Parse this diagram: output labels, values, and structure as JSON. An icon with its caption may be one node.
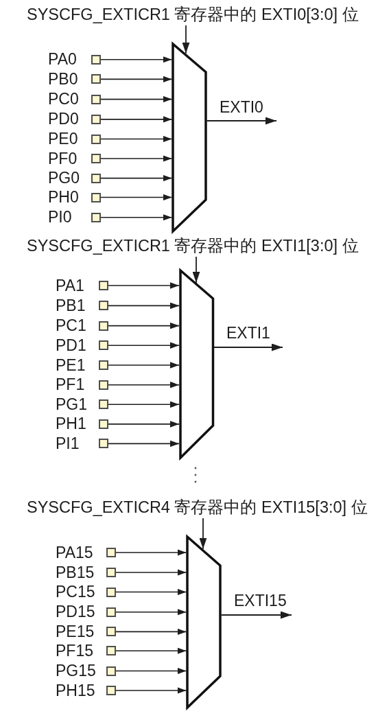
{
  "diagram": {
    "nodes": [
      {
        "text": [
          "SYSCFG_EXTICR1 寄存器中的 EXTI0[3:0] 位"
        ]
      },
      {
        "text": [],
        "shape": "trapezoid"
      },
      {
        "text": [],
        "shape": "box",
        "beside": [
          "PA0"
        ]
      },
      {
        "text": [],
        "shape": "box",
        "beside": [
          "PB0"
        ]
      },
      {
        "text": [],
        "shape": "box",
        "beside": [
          "PC0"
        ]
      },
      {
        "text": [],
        "shape": "box",
        "beside": [
          "PD0"
        ]
      },
      {
        "text": [],
        "shape": "box",
        "beside": [
          "PE0"
        ]
      },
      {
        "text": [],
        "shape": "box",
        "beside": [
          "PF0"
        ]
      },
      {
        "text": [],
        "shape": "box",
        "beside": [
          "PG0"
        ]
      },
      {
        "text": [],
        "shape": "box",
        "beside": [
          "PH0"
        ]
      },
      {
        "text": [],
        "shape": "box",
        "beside": [
          "PI0"
        ]
      },
      {
        "text": [
          "SYSCFG_EXTICR1 寄存器中的 EXTI1[3:0] 位"
        ]
      },
      {
        "text": [],
        "shape": "trapezoid"
      },
      {
        "text": [],
        "shape": "box",
        "beside": [
          "PA1"
        ]
      },
      {
        "text": [],
        "shape": "box",
        "beside": [
          "PB1"
        ]
      },
      {
        "text": [],
        "shape": "box",
        "beside": [
          "PC1"
        ]
      },
      {
        "text": [],
        "shape": "box",
        "beside": [
          "PD1"
        ]
      },
      {
        "text": [],
        "shape": "box",
        "beside": [
          "PE1"
        ]
      },
      {
        "text": [],
        "shape": "box",
        "beside": [
          "PF1"
        ]
      },
      {
        "text": [],
        "shape": "box",
        "beside": [
          "PG1"
        ]
      },
      {
        "text": [],
        "shape": "box",
        "beside": [
          "PH1"
        ]
      },
      {
        "text": [],
        "shape": "box",
        "beside": [
          "PI1"
        ]
      },
      {
        "text": [
          "SYSCFG_EXTICR4 寄存器中的 EXTI15[3:0] 位"
        ]
      },
      {
        "text": [],
        "shape": "trapezoid"
      },
      {
        "text": [],
        "shape": "box",
        "beside": [
          "PA15"
        ]
      },
      {
        "text": [],
        "shape": "box",
        "beside": [
          "PB15"
        ]
      },
      {
        "text": [],
        "shape": "box",
        "beside": [
          "PC15"
        ]
      },
      {
        "text": [],
        "shape": "box",
        "beside": [
          "PD15"
        ]
      },
      {
        "text": [],
        "shape": "box",
        "beside": [
          "PE15"
        ]
      },
      {
        "text": [],
        "shape": "box",
        "beside": [
          "PF15"
        ]
      },
      {
        "text": [],
        "shape": "box",
        "beside": [
          "PG15"
        ]
      },
      {
        "text": [],
        "shape": "box",
        "beside": [
          "PH15"
        ]
      }
    ],
    "edges": [
      {
        "from": 0,
        "to": 1,
        "arrow": "to"
      },
      {
        "from": 2,
        "to": 1,
        "arrow": "to"
      },
      {
        "from": 3,
        "to": 1,
        "arrow": "to"
      },
      {
        "from": 4,
        "to": 1,
        "arrow": "to"
      },
      {
        "from": 5,
        "to": 1,
        "arrow": "to"
      },
      {
        "from": 6,
        "to": 1,
        "arrow": "to"
      },
      {
        "from": 7,
        "to": 1,
        "arrow": "to"
      },
      {
        "from": 8,
        "to": 1,
        "arrow": "to"
      },
      {
        "from": 9,
        "to": 1,
        "arrow": "to"
      },
      {
        "from": 10,
        "to": 1,
        "arrow": "to"
      },
      {
        "from": 1,
        "to": null,
        "arrow": "to",
        "label": "EXTI0"
      },
      {
        "from": 11,
        "to": 12,
        "arrow": "to"
      },
      {
        "from": 13,
        "to": 12,
        "arrow": "to"
      },
      {
        "from": 14,
        "to": 12,
        "arrow": "to"
      },
      {
        "from": 15,
        "to": 12,
        "arrow": "to"
      },
      {
        "from": 16,
        "to": 12,
        "arrow": "to"
      },
      {
        "from": 17,
        "to": 12,
        "arrow": "to"
      },
      {
        "from": 18,
        "to": 12,
        "arrow": "to"
      },
      {
        "from": 19,
        "to": 12,
        "arrow": "to"
      },
      {
        "from": 20,
        "to": 12,
        "arrow": "to"
      },
      {
        "from": 21,
        "to": 12,
        "arrow": "to"
      },
      {
        "from": 12,
        "to": null,
        "arrow": "to",
        "label": "EXTI1"
      },
      {
        "from": 22,
        "to": 23,
        "arrow": "to"
      },
      {
        "from": 24,
        "to": 23,
        "arrow": "to"
      },
      {
        "from": 25,
        "to": 23,
        "arrow": "to"
      },
      {
        "from": 26,
        "to": 23,
        "arrow": "to"
      },
      {
        "from": 27,
        "to": 23,
        "arrow": "to"
      },
      {
        "from": 28,
        "to": 23,
        "arrow": "to"
      },
      {
        "from": 29,
        "to": 23,
        "arrow": "to"
      },
      {
        "from": 30,
        "to": 23,
        "arrow": "to"
      },
      {
        "from": 31,
        "to": 23,
        "arrow": "to"
      },
      {
        "from": 23,
        "to": null,
        "arrow": "to",
        "label": "EXTI15"
      }
    ]
  }
}
